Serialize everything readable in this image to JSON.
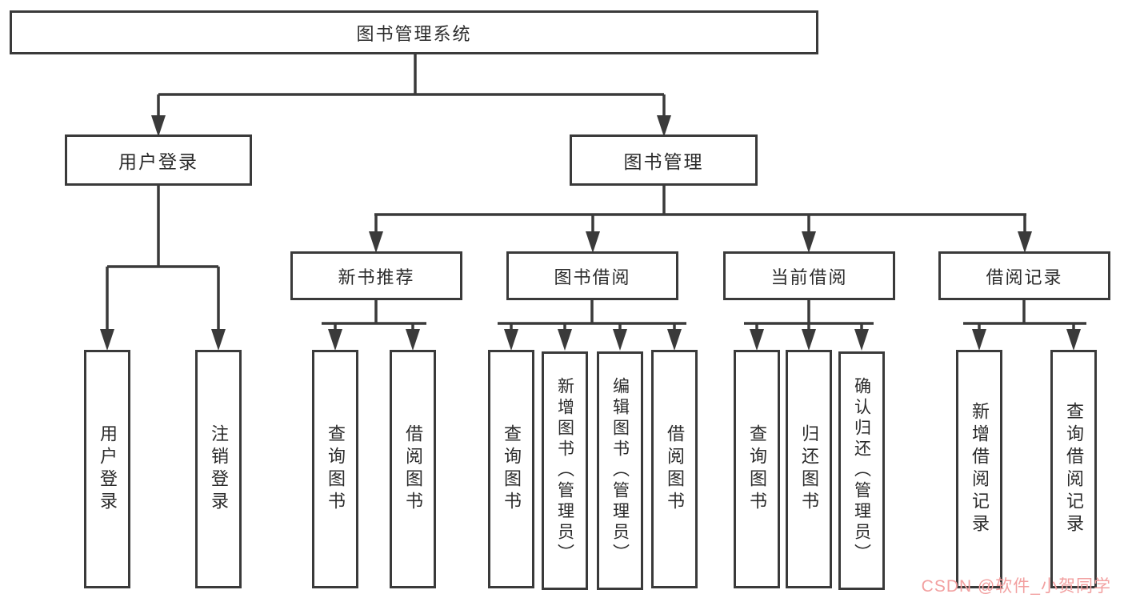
{
  "title": "图书管理系统",
  "level2": {
    "user_login": "用户登录",
    "book_mgmt": "图书管理"
  },
  "level3": {
    "new_books": "新书推荐",
    "borrowing": "图书借阅",
    "current": "当前借阅",
    "records": "借阅记录"
  },
  "leaves": {
    "user_login": "用户登录",
    "logout": "注销登录",
    "nb_query": "查询图书",
    "nb_borrow": "借阅图书",
    "bb_query": "查询图书",
    "bb_add": "新增图书（管理员）",
    "bb_edit": "编辑图书（管理员）",
    "bb_borrow": "借阅图书",
    "cb_query": "查询图书",
    "cb_return": "归还图书",
    "cb_confirm": "确认归还（管理员）",
    "br_add": "新增借阅记录",
    "br_query": "查询借阅记录"
  },
  "watermark": "CSDN @软件_小贺同学",
  "colors": {
    "line": "#3a3a3a",
    "text": "#2b2b2b",
    "box_background": "#ffffff",
    "watermark": "#f2a0a0"
  }
}
